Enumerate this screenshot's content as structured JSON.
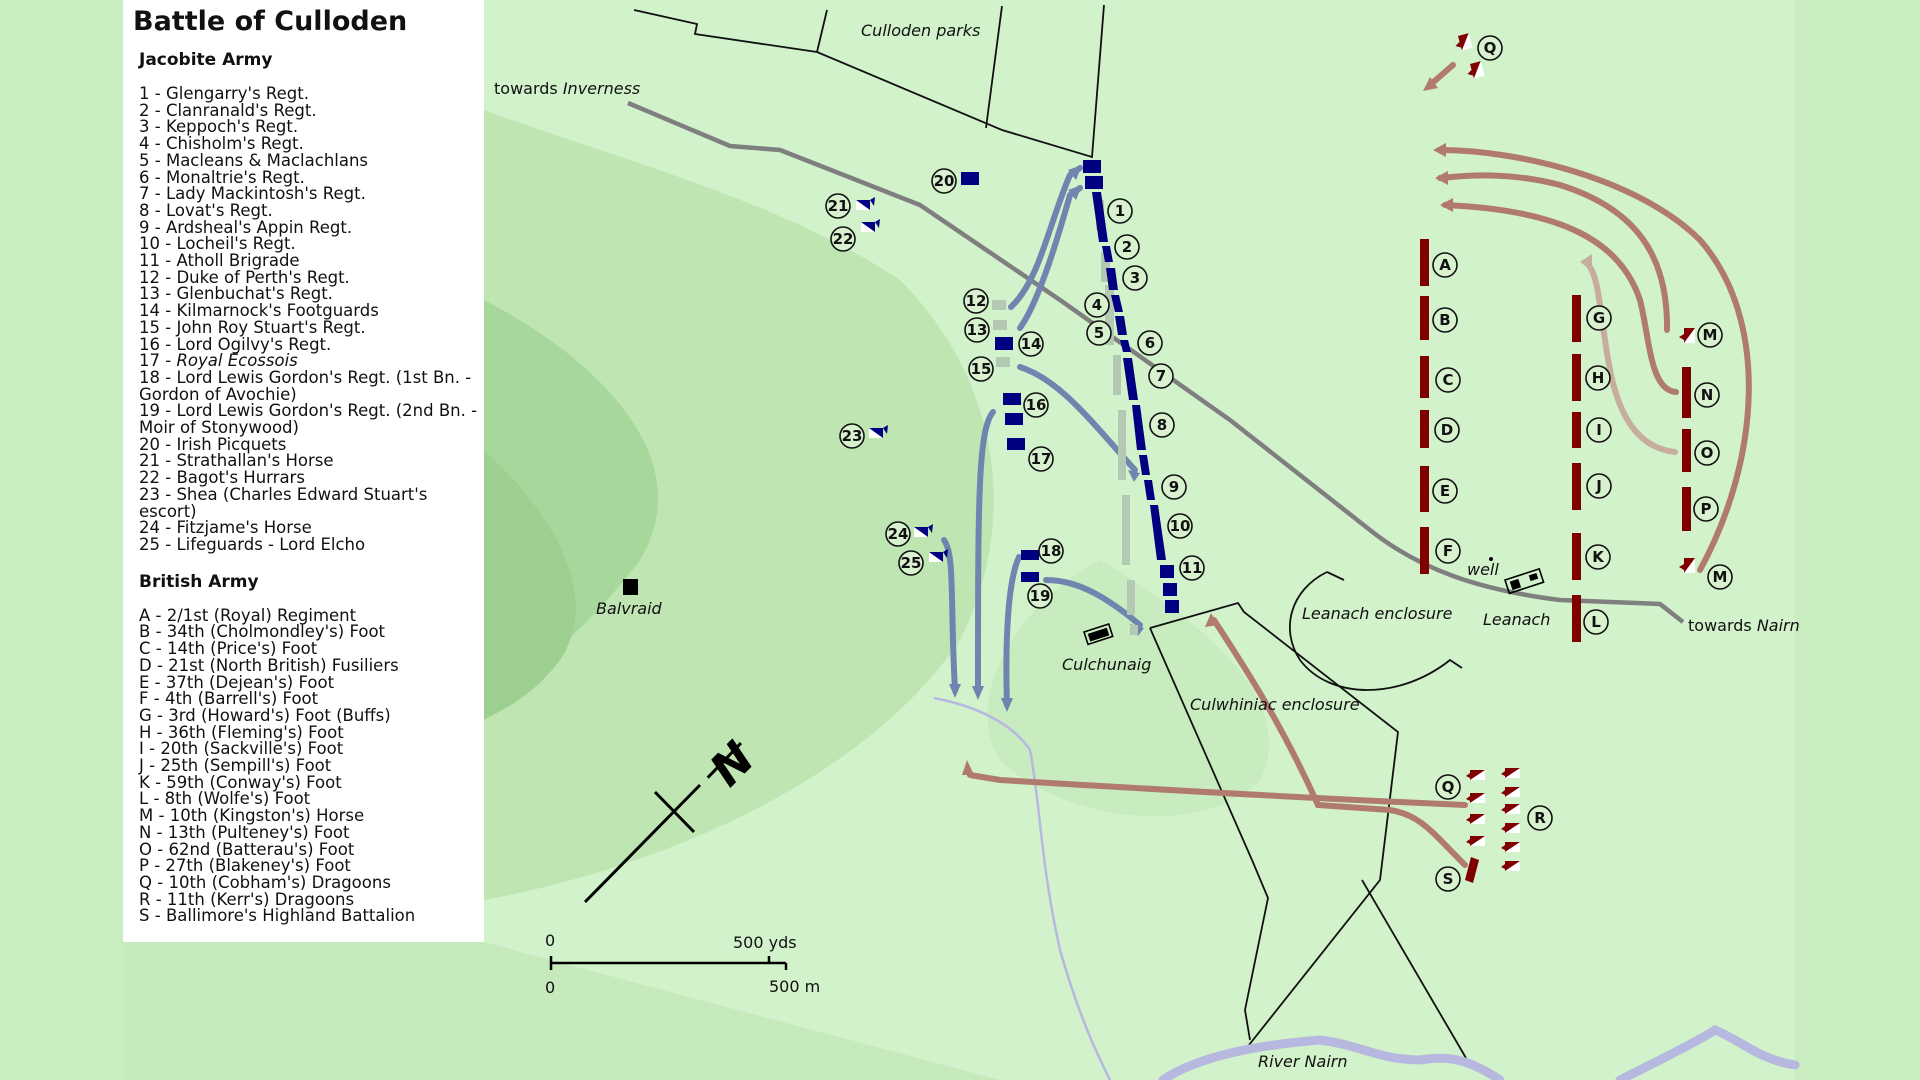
{
  "legend": {
    "title": "Battle of Culloden",
    "jacobite_heading": "Jacobite Army",
    "jacobite_units": [
      {
        "id": "1",
        "name": "Glengarry's Regt."
      },
      {
        "id": "2",
        "name": "Clanranald's Regt."
      },
      {
        "id": "3",
        "name": "Keppoch's Regt."
      },
      {
        "id": "4",
        "name": "Chisholm's Regt."
      },
      {
        "id": "5",
        "name": "Macleans & Maclachlans"
      },
      {
        "id": "6",
        "name": "Monaltrie's Regt."
      },
      {
        "id": "7",
        "name": "Lady Mackintosh's Regt."
      },
      {
        "id": "8",
        "name": "Lovat's Regt."
      },
      {
        "id": "9",
        "name": "Ardsheal's Appin Regt."
      },
      {
        "id": "10",
        "name": "Locheil's Regt."
      },
      {
        "id": "11",
        "name": "Atholl Brigrade"
      },
      {
        "id": "12",
        "name": "Duke of Perth's Regt."
      },
      {
        "id": "13",
        "name": "Glenbuchat's Regt."
      },
      {
        "id": "14",
        "name": "Kilmarnock's Footguards"
      },
      {
        "id": "15",
        "name": "John Roy Stuart's Regt."
      },
      {
        "id": "16",
        "name": "Lord Ogilvy's Regt."
      },
      {
        "id": "17",
        "name": "Royal Ecossois"
      },
      {
        "id": "18",
        "name": "Lord Lewis Gordon's Regt. (1st Bn. - Gordon of Avochie)"
      },
      {
        "id": "19",
        "name": "Lord Lewis Gordon's Regt. (2nd Bn. - Moir of Stonywood)"
      },
      {
        "id": "20",
        "name": "Irish Picquets"
      },
      {
        "id": "21",
        "name": "Strathallan's Horse"
      },
      {
        "id": "22",
        "name": "Bagot's Hurrars"
      },
      {
        "id": "23",
        "name": "Shea (Charles Edward Stuart's escort)"
      },
      {
        "id": "24",
        "name": "Fitzjame's Horse"
      },
      {
        "id": "25",
        "name": "Lifeguards - Lord Elcho"
      }
    ],
    "british_heading": "British Army",
    "british_units": [
      {
        "id": "A",
        "name": "2/1st (Royal) Regiment"
      },
      {
        "id": "B",
        "name": "34th (Cholmondley's) Foot"
      },
      {
        "id": "C",
        "name": "14th (Price's) Foot"
      },
      {
        "id": "D",
        "name": "21st (North British) Fusiliers"
      },
      {
        "id": "E",
        "name": "37th (Dejean's) Foot"
      },
      {
        "id": "F",
        "name": "4th (Barrell's) Foot"
      },
      {
        "id": "G",
        "name": "3rd (Howard's) Foot (Buffs)"
      },
      {
        "id": "H",
        "name": "36th (Fleming's) Foot"
      },
      {
        "id": "I",
        "name": "20th (Sackville's) Foot"
      },
      {
        "id": "J",
        "name": "25th (Sempill's) Foot"
      },
      {
        "id": "K",
        "name": "59th (Conway's) Foot"
      },
      {
        "id": "L",
        "name": "8th (Wolfe's) Foot"
      },
      {
        "id": "M",
        "name": "10th (Kingston's) Horse"
      },
      {
        "id": "N",
        "name": "13th (Pulteney's) Foot"
      },
      {
        "id": "O",
        "name": "62nd (Batterau's) Foot"
      },
      {
        "id": "P",
        "name": "27th (Blakeney's) Foot"
      },
      {
        "id": "Q",
        "name": "10th (Cobham's) Dragoons"
      },
      {
        "id": "R",
        "name": "11th (Kerr's) Dragoons"
      },
      {
        "id": "S",
        "name": "Ballimore's Highland Battalion"
      }
    ]
  },
  "map": {
    "labels": {
      "culloden_parks": "Culloden parks",
      "towards_inverness_prefix": "towards ",
      "towards_inverness_place": "Inverness",
      "towards_nairn_prefix": "towards ",
      "towards_nairn_place": "Nairn",
      "balvraid": "Balvraid",
      "culchunaig": "Culchunaig",
      "culwhiniac_enclosure": "Culwhiniac enclosure",
      "leanach_enclosure": "Leanach enclosure",
      "leanach": "Leanach",
      "well": "well",
      "river_nairn": "River Nairn"
    },
    "scale_bar": {
      "yds_start": "0",
      "yds_end": "500 yds",
      "m_start": "0",
      "m_end": "500 m"
    },
    "north_arrow": "N",
    "colors": {
      "jacobite": "#000080",
      "jacobite_arrow": "#6f85b0",
      "british": "#800000",
      "british_arrow": "#b07a6e",
      "road": "#7f7f7f",
      "river": "#b6b8e0",
      "background": "#c9edc0"
    },
    "jacobite_markers": [
      "1",
      "2",
      "3",
      "4",
      "5",
      "6",
      "7",
      "8",
      "9",
      "10",
      "11",
      "12",
      "13",
      "14",
      "15",
      "16",
      "17",
      "18",
      "19",
      "20",
      "21",
      "22",
      "23",
      "24",
      "25"
    ],
    "british_markers": [
      "A",
      "B",
      "C",
      "D",
      "E",
      "F",
      "G",
      "H",
      "I",
      "J",
      "K",
      "L",
      "M",
      "N",
      "O",
      "P",
      "Q",
      "R",
      "S",
      "M",
      "Q"
    ]
  }
}
